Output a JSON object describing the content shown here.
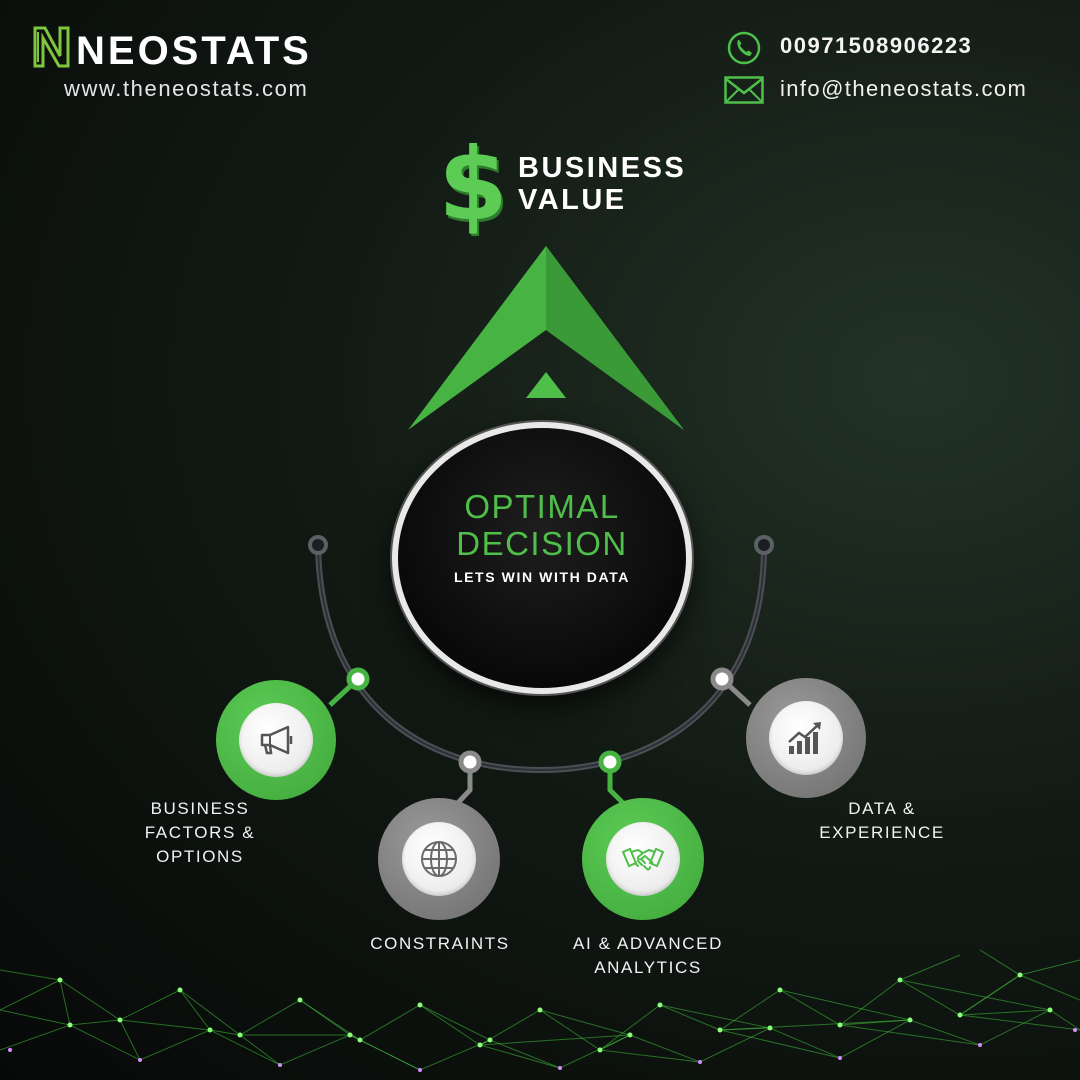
{
  "header": {
    "logo_text": "NEOSTATS",
    "website": "www.theneostats.com",
    "phone": "00971508906223",
    "email": "info@theneostats.com",
    "phone_icon": "phone-icon",
    "mail_icon": "mail-icon"
  },
  "business_value": {
    "title": "BUSINESS\nVALUE",
    "icon": "dollar-icon"
  },
  "center": {
    "title": "OPTIMAL\nDECISION",
    "subtitle": "LETS WIN WITH DATA"
  },
  "nodes": [
    {
      "label": "BUSINESS\nFACTORS &\nOPTIONS",
      "icon": "megaphone-icon",
      "color": "#45b040"
    },
    {
      "label": "CONSTRAINTS",
      "icon": "globe-icon",
      "color": "#808080"
    },
    {
      "label": "AI & ADVANCED\nANALYTICS",
      "icon": "handshake-icon",
      "color": "#45b040"
    },
    {
      "label": "DATA &\nEXPERIENCE",
      "icon": "growth-chart-icon",
      "color": "#808080"
    }
  ],
  "colors": {
    "accent_green": "#4fbf4a",
    "background": "#101612",
    "node_grey": "#808080"
  }
}
